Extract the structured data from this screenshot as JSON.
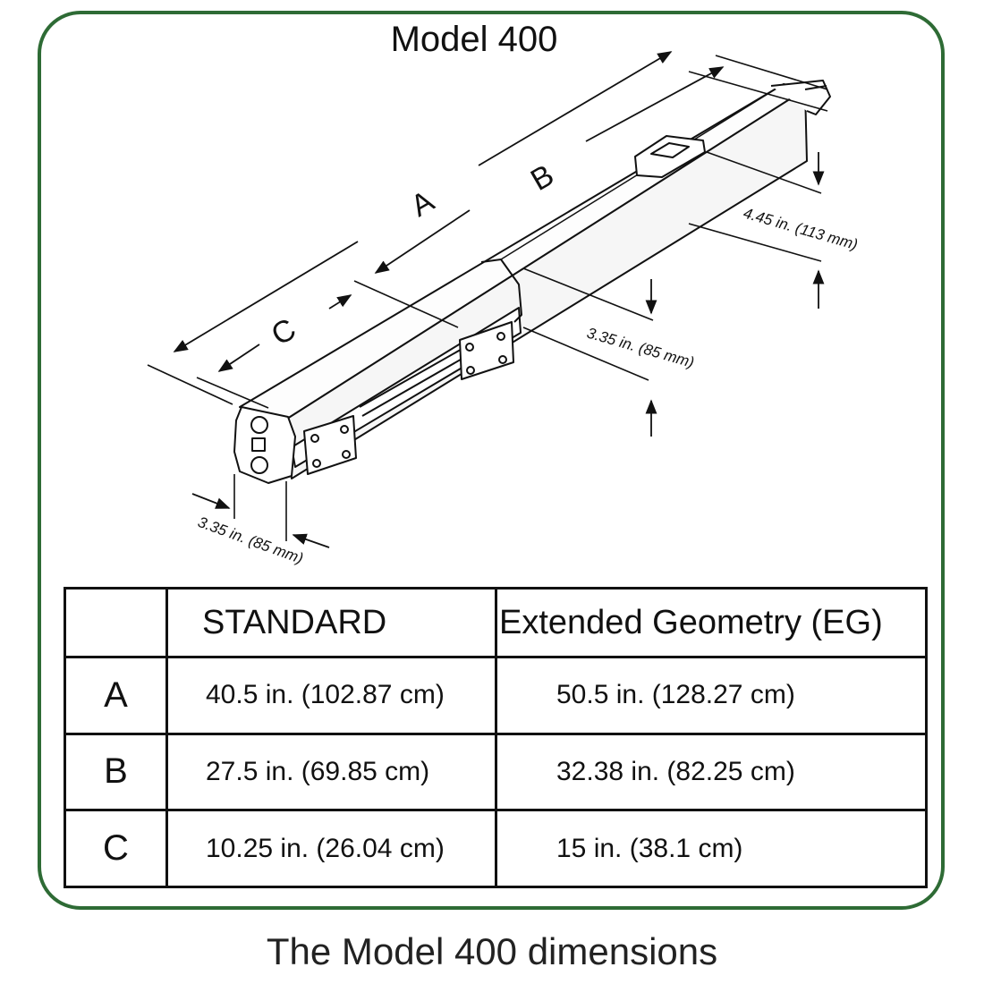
{
  "title": "Model 400",
  "caption": "The Model 400 dimensions",
  "drawing": {
    "letters": {
      "a": "A",
      "b": "B",
      "c": "C"
    },
    "dimensions": {
      "height_label": "4.45 in. (113 mm)",
      "width_label": "3.35 in. (85 mm)",
      "end_label": "3.35 in. (85 mm)"
    }
  },
  "table": {
    "columns": [
      "",
      "STANDARD",
      "Extended Geometry (EG)"
    ],
    "rows": [
      {
        "label": "A",
        "standard": "40.5 in. (102.87 cm)",
        "eg": "50.5 in. (128.27 cm)"
      },
      {
        "label": "B",
        "standard": "27.5 in. (69.85 cm)",
        "eg": "32.38 in. (82.25 cm)"
      },
      {
        "label": "C",
        "standard": "10.25 in. (26.04 cm)",
        "eg": "15 in. (38.1 cm)"
      }
    ]
  },
  "colors": {
    "frame": "#2e6b35",
    "ink": "#111111"
  }
}
